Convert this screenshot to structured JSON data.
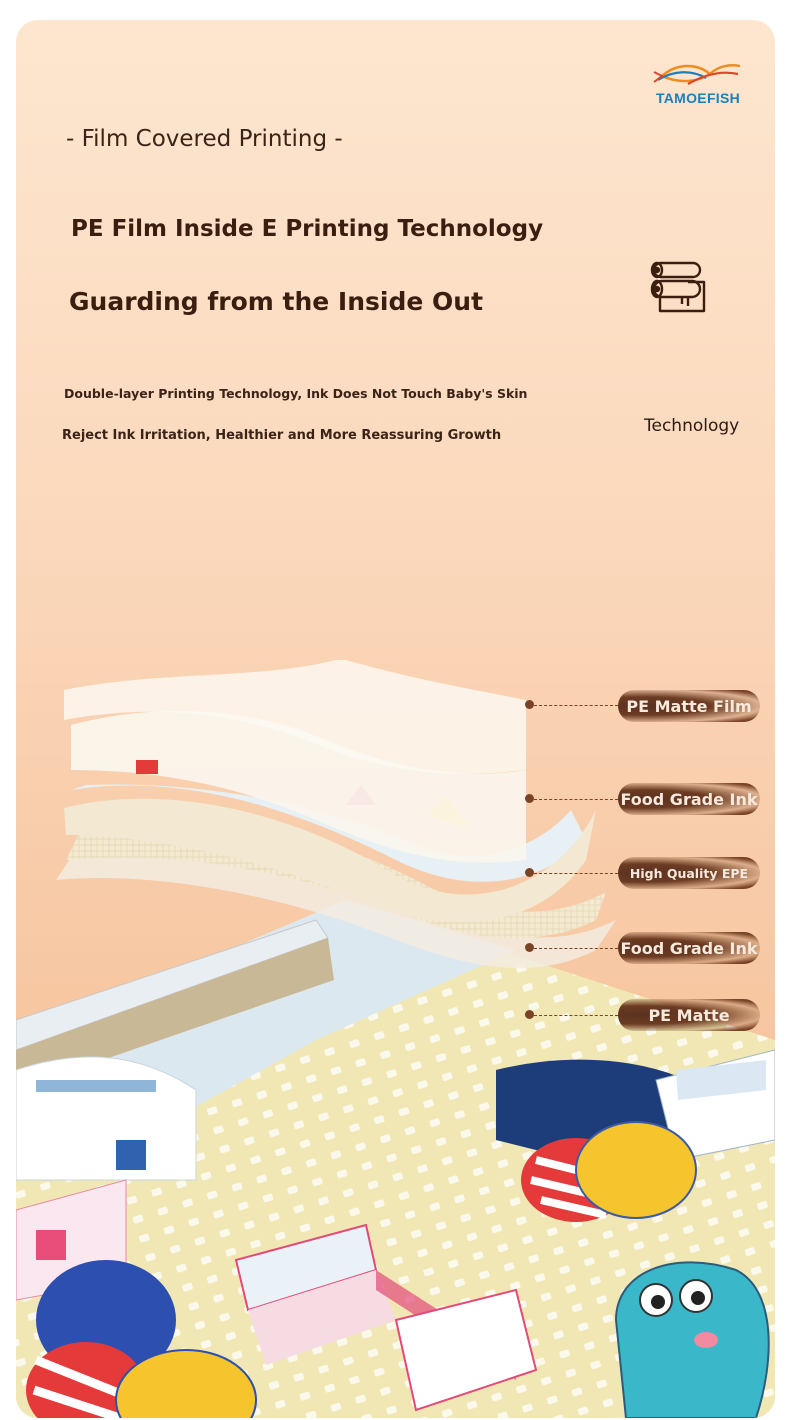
{
  "brand": {
    "name": "TAMOEFISH",
    "colors": {
      "blue": "#1c7fb9",
      "orange": "#f08a1c",
      "red": "#e0442a"
    }
  },
  "header": {
    "section_title": "- Film Covered Printing -",
    "headline_1": "PE Film Inside E Printing Technology",
    "headline_2": "Guarding from the Inside Out"
  },
  "body": {
    "line_1": "Double-layer Printing Technology, Ink Does Not Touch Baby's Skin",
    "line_2": "Reject Ink Irritation, Healthier and More Reassuring Growth"
  },
  "feature": {
    "icon": "film-roll-icon",
    "label": "Technology"
  },
  "layers": [
    {
      "label": "PE Matte Film"
    },
    {
      "label": "Food Grade Ink"
    },
    {
      "label": "High Quality EPE"
    },
    {
      "label": "Food Grade Ink"
    },
    {
      "label": "PE Matte"
    }
  ],
  "colors": {
    "text_dark": "#3b1e0f",
    "accent_brown": "#7a4326",
    "background_peach": "#fbd9bd"
  }
}
